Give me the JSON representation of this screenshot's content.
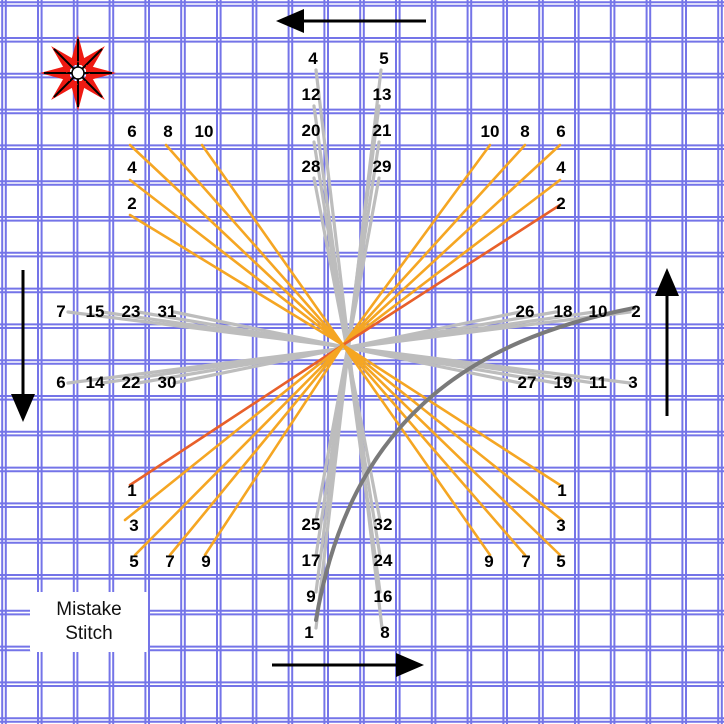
{
  "diagram": {
    "grid_color": "#7474e8",
    "background": "#ffffff",
    "thread_colors": {
      "gray": "#bdbdbd",
      "orange": "#f5a623",
      "red_orange": "#e8602a",
      "mistake": "#7a7a7a"
    },
    "label_color": "#000000"
  },
  "labels": {
    "top": [
      {
        "text": "4"
      },
      {
        "text": "12"
      },
      {
        "text": "20"
      },
      {
        "text": "28"
      },
      {
        "text": "5"
      },
      {
        "text": "13"
      },
      {
        "text": "21"
      },
      {
        "text": "29"
      }
    ],
    "bottom": [
      {
        "text": "25"
      },
      {
        "text": "17"
      },
      {
        "text": "9"
      },
      {
        "text": "1"
      },
      {
        "text": "32"
      },
      {
        "text": "24"
      },
      {
        "text": "16"
      },
      {
        "text": "8"
      }
    ],
    "left": [
      {
        "text": "7"
      },
      {
        "text": "15"
      },
      {
        "text": "23"
      },
      {
        "text": "31"
      },
      {
        "text": "6"
      },
      {
        "text": "14"
      },
      {
        "text": "22"
      },
      {
        "text": "30"
      }
    ],
    "right": [
      {
        "text": "26"
      },
      {
        "text": "18"
      },
      {
        "text": "10"
      },
      {
        "text": "2"
      },
      {
        "text": "27"
      },
      {
        "text": "19"
      },
      {
        "text": "11"
      },
      {
        "text": "3"
      }
    ],
    "top_left": [
      {
        "text": "6"
      },
      {
        "text": "8"
      },
      {
        "text": "10"
      },
      {
        "text": "4"
      },
      {
        "text": "2"
      }
    ],
    "top_right": [
      {
        "text": "10"
      },
      {
        "text": "8"
      },
      {
        "text": "6"
      },
      {
        "text": "4"
      },
      {
        "text": "2"
      }
    ],
    "bottom_left": [
      {
        "text": "1"
      },
      {
        "text": "3"
      },
      {
        "text": "5"
      },
      {
        "text": "7"
      },
      {
        "text": "9"
      }
    ],
    "bottom_right": [
      {
        "text": "1"
      },
      {
        "text": "3"
      },
      {
        "text": "9"
      },
      {
        "text": "7"
      },
      {
        "text": "5"
      }
    ]
  },
  "mistake_label": {
    "line1": "Mistake",
    "line2": "Stitch"
  },
  "arrows": {
    "top": "arrow-left-icon",
    "bottom": "arrow-right-icon",
    "left": "arrow-down-icon",
    "right": "arrow-up-icon"
  },
  "motif_icon": "star-motif-icon"
}
